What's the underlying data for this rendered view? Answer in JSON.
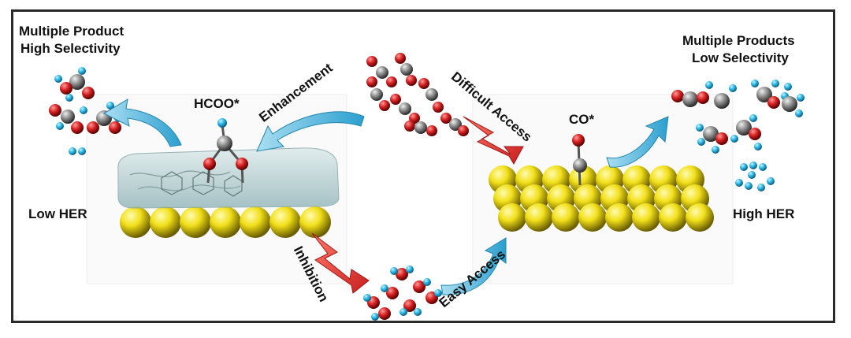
{
  "left": {
    "title_line1": "Multiple Product",
    "title_line2": "High Selectivity",
    "her_label": "Low HER",
    "intermediate": "HCOO*"
  },
  "right": {
    "title_line1": "Multiple Products",
    "title_line2": "Low Selectivity",
    "her_label": "High HER",
    "intermediate": "CO*"
  },
  "arrows": {
    "enhancement": "Enhancement",
    "difficult_access": "Difficult Access",
    "inhibition": "Inhibition",
    "easy_access": "Easy Access"
  },
  "colors": {
    "gold_sphere": "#f2e01a",
    "oxygen": "#d42020",
    "carbon": "#8a8a8a",
    "hydrogen": "#29b6e6",
    "blue_arrow": "#3aaed8",
    "red_arrow": "#e8382f",
    "film": "#b9d3d6"
  }
}
